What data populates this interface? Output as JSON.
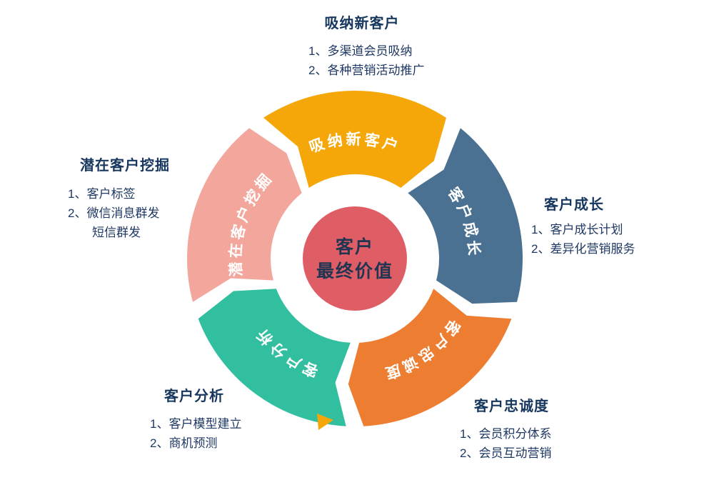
{
  "center": {
    "title_line1": "客户",
    "title_line2": "最终价值",
    "color": "#DF5E66",
    "text_color": "#1F3552"
  },
  "segments": {
    "attract": {
      "label": "吸纳新客户",
      "color": "#F5A70A"
    },
    "growth": {
      "label": "客户成长",
      "color": "#4A7191"
    },
    "loyalty": {
      "label": "客户忠诚度",
      "color": "#ED7D31"
    },
    "analysis": {
      "label": "客户分析",
      "color": "#31BF9F"
    },
    "mining": {
      "label": "潜在客户挖掘",
      "color": "#F3A69B"
    }
  },
  "callouts": {
    "top": {
      "title": "吸纳新客户",
      "item1": "1、多渠道会员吸纳",
      "item2": "2、各种营销活动推广"
    },
    "right": {
      "title": "客户成长",
      "item1": "1、客户成长计划",
      "item2": "2、差异化营销服务"
    },
    "bottom_right": {
      "title": "客户忠诚度",
      "item1": "1、会员积分体系",
      "item2": "2、会员互动营销"
    },
    "bottom_left": {
      "title": "客户分析",
      "item1": "1、客户模型建立",
      "item2": "2、商机预测"
    },
    "left": {
      "title": "潜在客户挖掘",
      "item1": "1、客户标签",
      "item2": "2、微信消息群发",
      "item3": "短信群发"
    }
  }
}
